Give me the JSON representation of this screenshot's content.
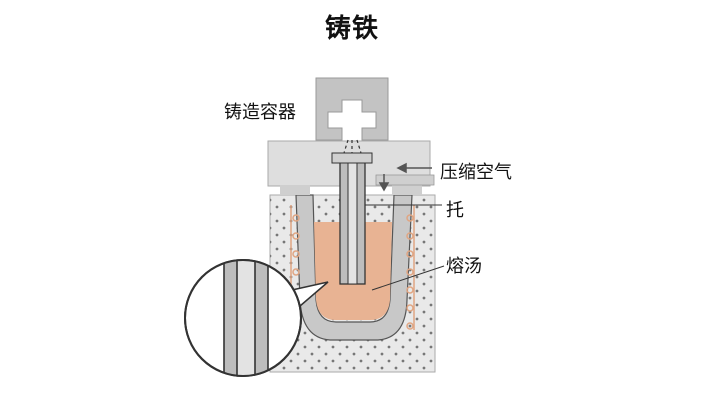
{
  "title": "铸铁",
  "labels": {
    "container": "铸造容器",
    "compressed_air": "压缩空气",
    "holder": "托",
    "molten_metal": "熔汤"
  },
  "colors": {
    "metal_gray": "#c8c8c8",
    "furnace_wall": "#e6e6e6",
    "molten": "#e8b393",
    "coil": "#e0a582",
    "outline": "#333333"
  }
}
